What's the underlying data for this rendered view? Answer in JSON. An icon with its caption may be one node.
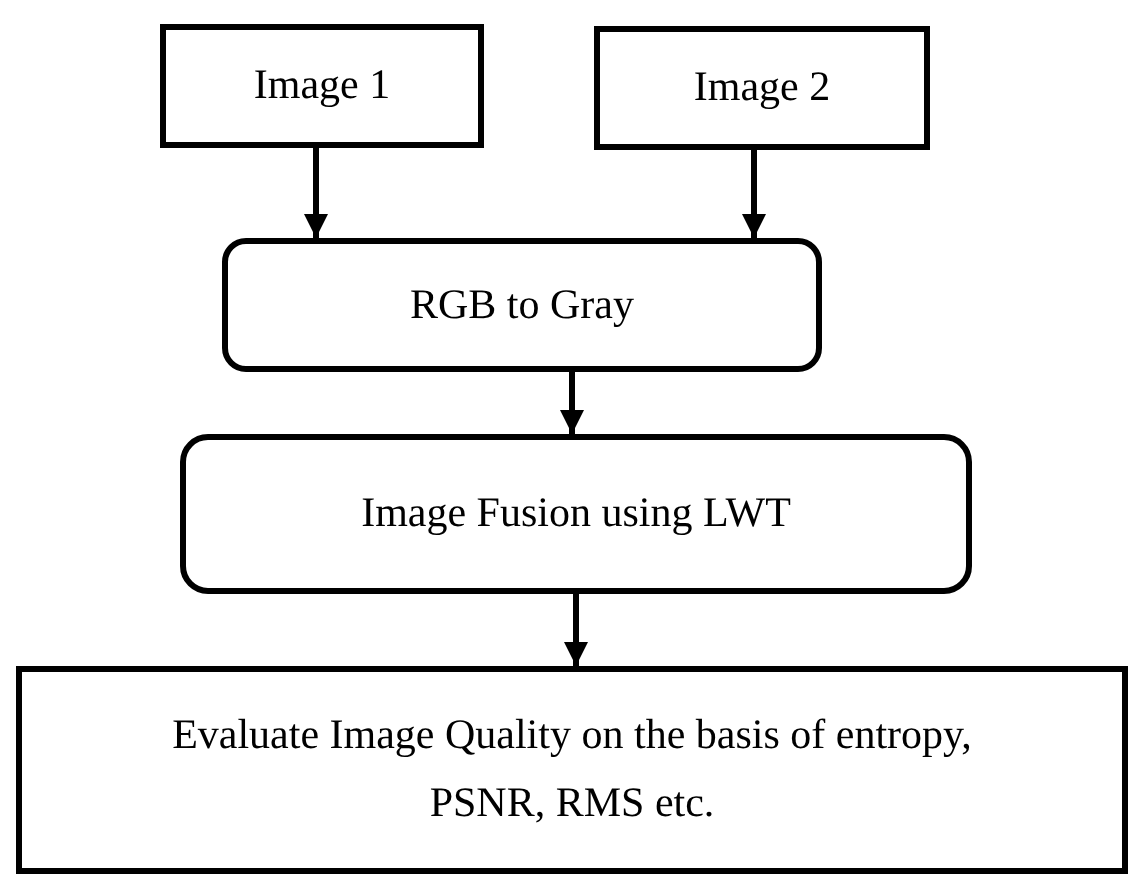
{
  "diagram": {
    "nodes": [
      {
        "text": [
          "Image 1"
        ]
      },
      {
        "text": [
          "Image 2"
        ]
      },
      {
        "text": [
          "RGB to Gray"
        ]
      },
      {
        "text": [
          "Image Fusion using LWT"
        ]
      },
      {
        "text": [
          "Evaluate Image Quality on the basis of entropy, PSNR, RMS etc."
        ]
      }
    ],
    "edges": [
      {
        "from": 0,
        "to": 2,
        "arrow": "to"
      },
      {
        "from": 1,
        "to": 2,
        "arrow": "to"
      },
      {
        "from": 2,
        "to": 3,
        "arrow": "to"
      },
      {
        "from": 3,
        "to": 4,
        "arrow": "to"
      }
    ]
  }
}
